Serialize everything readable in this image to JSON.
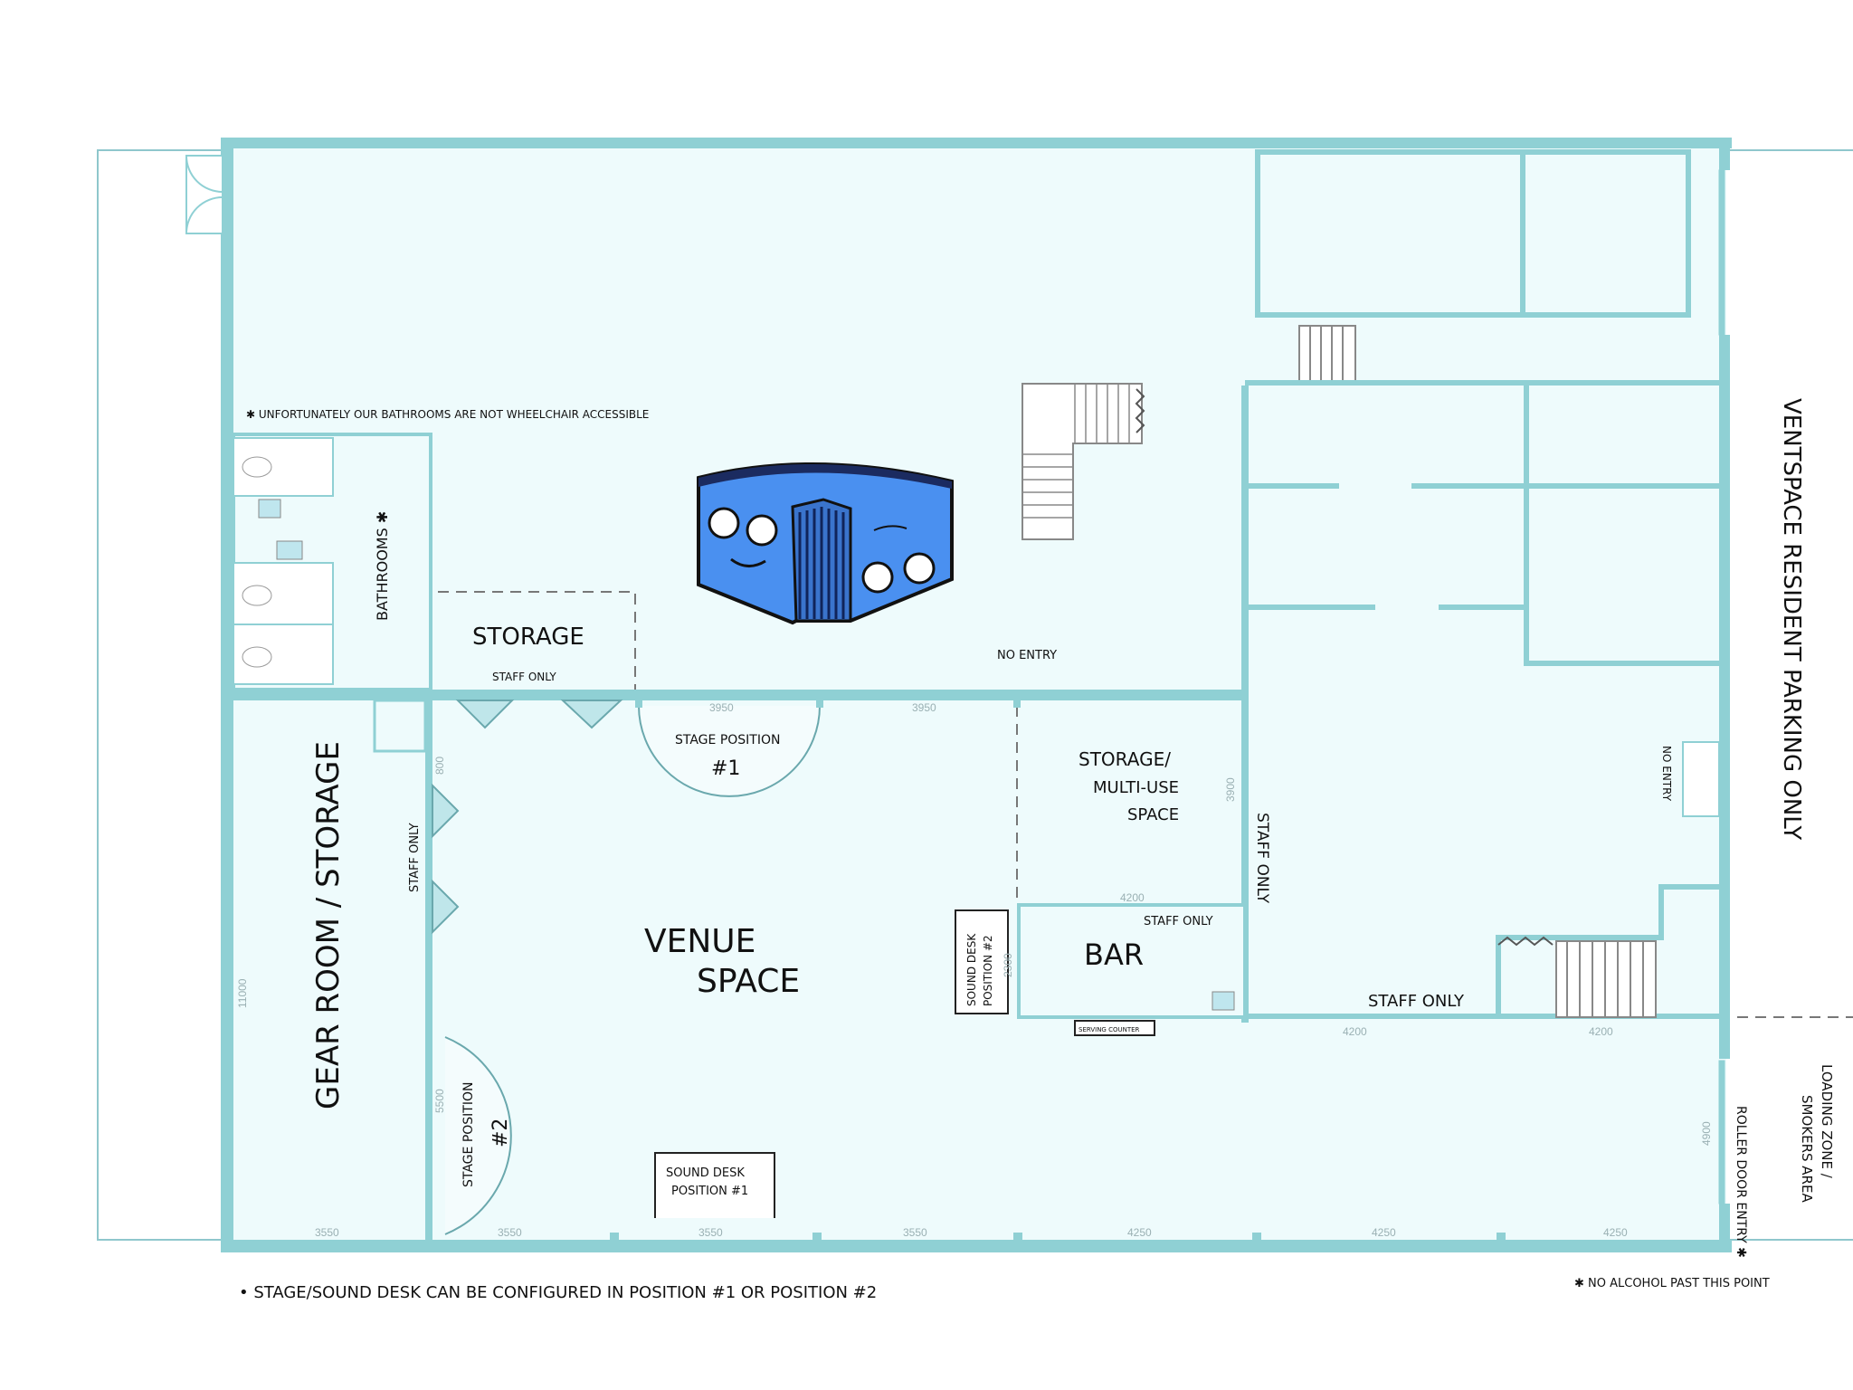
{
  "labels": {
    "bathroom_note": "✱ UNFORTUNATELY OUR BATHROOMS ARE NOT WHEELCHAIR ACCESSIBLE",
    "bathrooms": "BATHROOMS ✱",
    "storage": "STORAGE",
    "staff_only_storage": "STAFF ONLY",
    "no_entry_top": "NO ENTRY",
    "stage_pos1_title": "STAGE POSITION",
    "stage_pos1_num": "#1",
    "storage_multi_1": "STORAGE/",
    "storage_multi_2": "MULTI-USE",
    "storage_multi_3": "SPACE",
    "staff_only_vertical_left": "STAFF ONLY",
    "staff_only_vertical_right": "STAFF ONLY",
    "gear_room": "GEAR ROOM / STORAGE",
    "venue_1": "VENUE",
    "venue_2": "SPACE",
    "sound_desk_2_a": "SOUND DESK",
    "sound_desk_2_b": "POSITION #2",
    "bar": "BAR",
    "staff_only_bar": "STAFF ONLY",
    "serving_counter": "SERVING COUNTER",
    "staff_only_bottom": "STAFF ONLY",
    "no_entry_right": "NO ENTRY",
    "parking": "VENTSPACE RESIDENT PARKING ONLY",
    "stage_pos2_title": "STAGE POSITION",
    "stage_pos2_num": "#2",
    "sound_desk_1_a": "SOUND DESK",
    "sound_desk_1_b": "POSITION #1",
    "roller_door": "ROLLER DOOR ENTRY ✱",
    "loading_1": "LOADING ZONE /",
    "loading_2": "SMOKERS AREA",
    "footnote_stage": "• STAGE/SOUND DESK CAN BE CONFIGURED IN POSITION #1 OR POSITION #2",
    "footnote_alcohol": "✱ NO ALCOHOL PAST THIS POINT"
  },
  "dimensions": {
    "d3950a": "3950",
    "d3950b": "3950",
    "d800": "800",
    "d3900": "3900",
    "d4200_bar": "4200",
    "d2300": "2300",
    "d11000": "11000",
    "d5500": "5500",
    "d4200_a": "4200",
    "d4200_b": "4200",
    "d4900": "4900",
    "b3550_a": "3550",
    "b3550_b": "3550",
    "b3550_c": "3550",
    "b3550_d": "3550",
    "b4250_a": "4250",
    "b4250_b": "4250",
    "b4250_c": "4250"
  },
  "colors": {
    "wall": "#8fd0d4",
    "floor": "#eefbfc",
    "mascot": "#4a90f0"
  }
}
